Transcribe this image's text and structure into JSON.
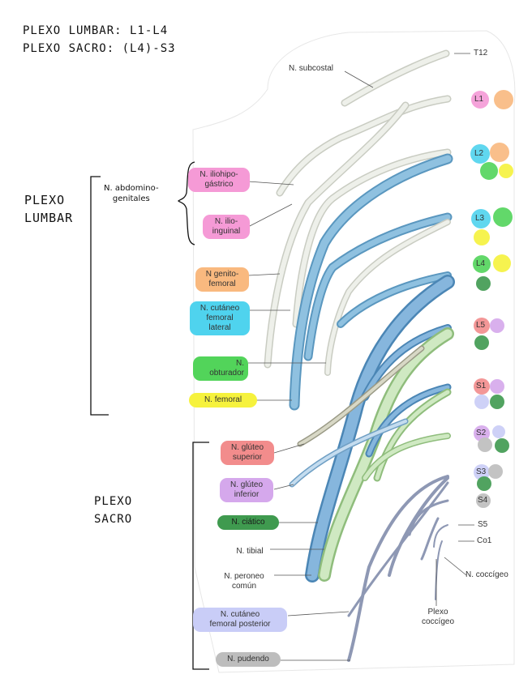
{
  "title": {
    "line1": "PLEXO LUMBAR: L1-L4",
    "line2": "PLEXO SACRO: (L4)-S3"
  },
  "groups": {
    "lumbar": "PLEXO\nLUMBAR",
    "sacral": "PLEXO\nSACRO",
    "abdomino": "N. abdomino-\ngenitales"
  },
  "labels": {
    "subcostal": "N. subcostal",
    "iliohipogastrico": "N. iliohipo-\ngástrico",
    "ilioinguinal": "N. ilio-\ninguinal",
    "genitofemoral": "N genito-\nfemoral",
    "cutaneo_femoral_lateral": "N. cutáneo\nfemoral\nlateral",
    "obturador": "N.\nobturador",
    "femoral": "N. femoral",
    "gluteo_superior": "N. glúteo\nsuperior",
    "gluteo_inferior": "N. glúteo\ninferior",
    "ciatico": "N. ciático",
    "tibial": "N. tibial",
    "peroneo_comun": "N. peroneo\ncomún",
    "cutaneo_femoral_posterior": "N. cutáneo\nfemoral posterior",
    "pudendo": "N. pudendo",
    "coccigeo": "N. coccígeo",
    "plexo_coccigeo": "Plexo\ncoccígeo"
  },
  "roots": [
    "T12",
    "L1",
    "L2",
    "L3",
    "L4",
    "L5",
    "S1",
    "S2",
    "S3",
    "S4",
    "S5",
    "Co1"
  ],
  "colors": {
    "pink": "#f59ad6",
    "orange": "#f9b97f",
    "cyan": "#4fd3ee",
    "green": "#52d45a",
    "yellow": "#f6f23d",
    "darkgreen": "#3f9a4f",
    "red": "#f28c8c",
    "lavender": "#d5a8ec",
    "periwinkle": "#c9cdf7",
    "gray": "#bdbdbd",
    "blue_nerve": "#7fb3d8",
    "green_nerve": "#c7e6b8",
    "nerve_gray": "#e3e6dc"
  }
}
